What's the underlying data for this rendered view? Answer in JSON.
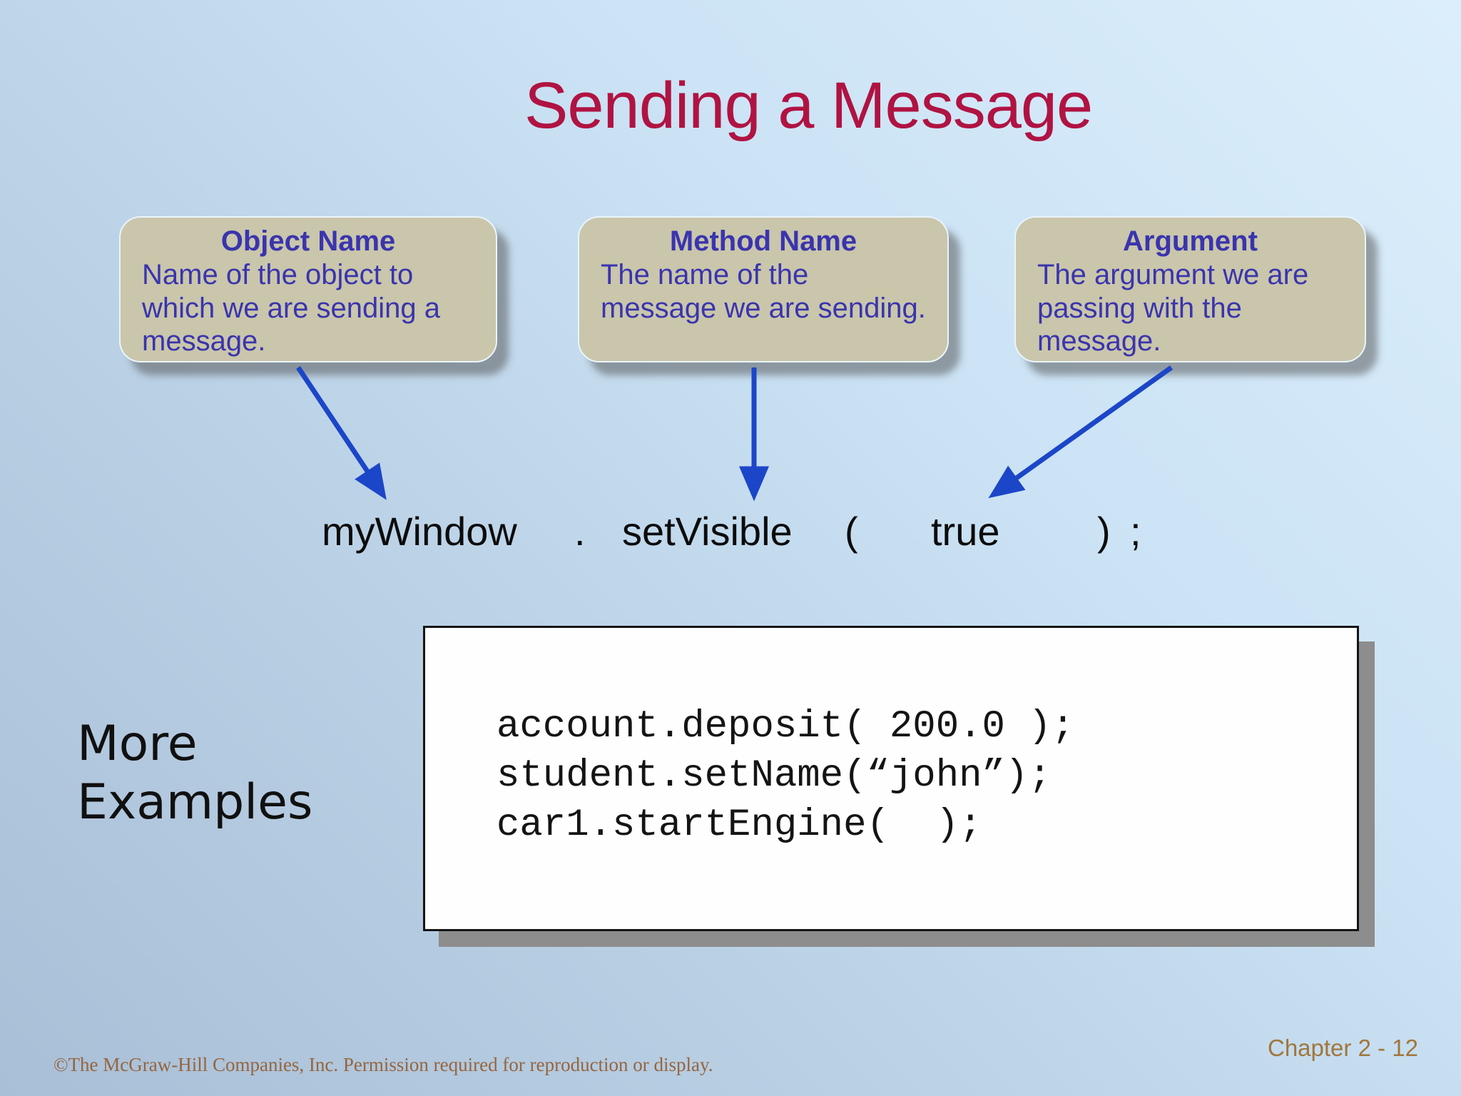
{
  "slide": {
    "title": "Sending a Message",
    "callouts": [
      {
        "heading": "Object Name",
        "body": "Name of the object to which we are sending a message.",
        "lines": [
          "Name of the object to",
          "which we are sending a",
          "message."
        ]
      },
      {
        "heading": "Method Name",
        "body": "The name of the message we are sending.",
        "lines": [
          "The name of the",
          "message we are sending."
        ]
      },
      {
        "heading": "Argument",
        "body": "The argument we are passing with the message.",
        "lines": [
          "The argument we are",
          "passing with the",
          "message."
        ]
      }
    ],
    "statement": {
      "full": "myWindow . setVisible ( true ) ;",
      "tokens": [
        "myWindow",
        ".",
        "setVisible",
        "(",
        "true",
        ")",
        ";"
      ]
    },
    "examples": {
      "label": "More Examples",
      "label_lines": [
        "More",
        "Examples"
      ],
      "code": [
        "account.deposit( 200.0 );",
        "student.setName(“john”);",
        "car1.startEngine(  );"
      ]
    },
    "footer": {
      "copyright": "©The McGraw-Hill Companies, Inc. Permission required for reproduction or display.",
      "page_label": "Chapter 2 - 12"
    },
    "colors": {
      "title": "#b01342",
      "callout_fill": "#c9c6ab",
      "callout_text": "#3a34ae",
      "arrow": "#1c46c8",
      "statement_text": "#0c0c0c",
      "code_text": "#141414",
      "copyright_text": "#96653e",
      "page_label_text": "#a1763c",
      "background_light": "#dceefb",
      "background_dark": "#a8bfd7"
    }
  }
}
